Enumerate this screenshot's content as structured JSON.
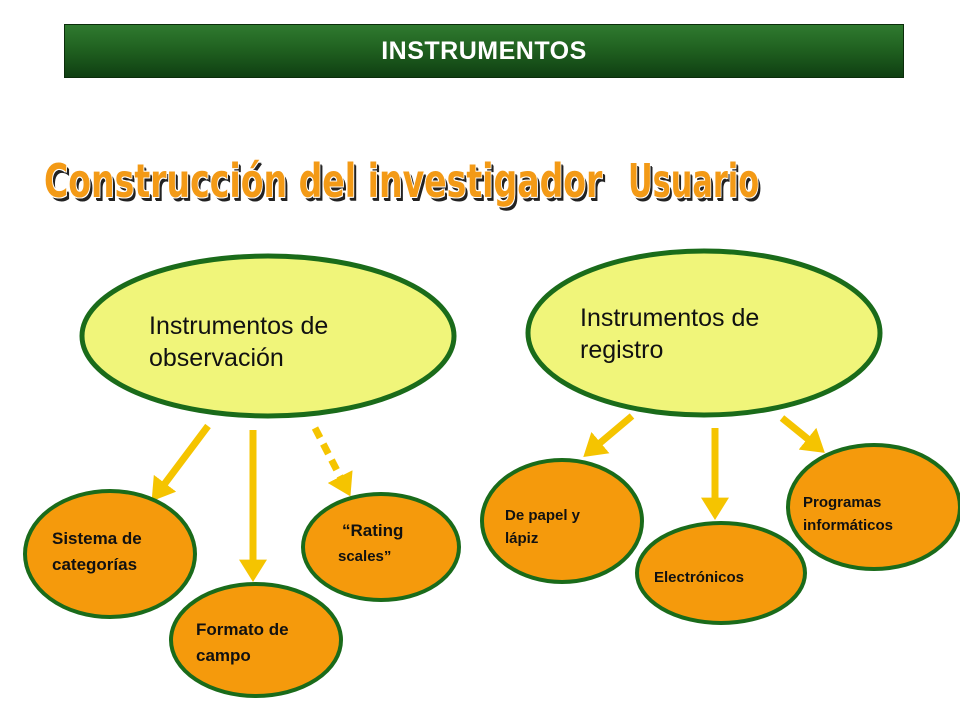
{
  "banner": {
    "title": "INSTRUMENTOS"
  },
  "headings": {
    "left": "Construcción del investigador",
    "right": "Usuario"
  },
  "nodes": {
    "observacion": {
      "line1": "Instrumentos de",
      "line2": "observación"
    },
    "registro": {
      "line1": "Instrumentos de",
      "line2": "registro"
    },
    "sistema": {
      "line1": "Sistema de",
      "line2": "categorías"
    },
    "formato": {
      "line1": "Formato de",
      "line2": "campo"
    },
    "rating": {
      "line1": "“Rating",
      "line2": "scales”"
    },
    "papel": {
      "line1": "De papel y",
      "line2": "lápiz"
    },
    "electronicos": {
      "line1": "Electrónicos"
    },
    "programas": {
      "line1": "Programas",
      "line2": "informáticos"
    }
  },
  "colors": {
    "main_node_fill": "#f0f57a",
    "child_node_fill": "#f59a0c",
    "node_border": "#1a6b1a",
    "arrow": "#f5c400",
    "heading": "#f39a16",
    "banner": "#1f5f1f"
  }
}
